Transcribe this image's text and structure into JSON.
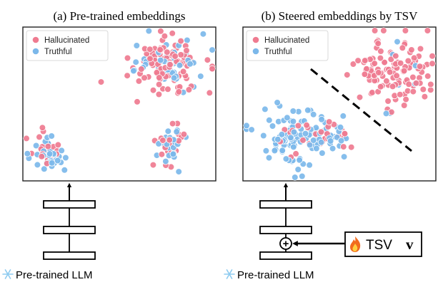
{
  "panels": [
    {
      "title": "(a) Pre-trained embeddings",
      "legend": [
        {
          "label": "Hallucinated",
          "color": "#ef7b90"
        },
        {
          "label": "Truthful",
          "color": "#7cb8ea"
        }
      ],
      "model_label": "Pre-trained LLM"
    },
    {
      "title": "(b) Steered embeddings by TSV",
      "legend": [
        {
          "label": "Hallucinated",
          "color": "#ef7b90"
        },
        {
          "label": "Truthful",
          "color": "#7cb8ea"
        }
      ],
      "model_label": "Pre-trained LLM",
      "tsv_box": {
        "name": "TSV",
        "vector": "v"
      },
      "plus_symbol": "+"
    }
  ],
  "colors": {
    "hallucinated": "#ef7b90",
    "truthful": "#7cb8ea",
    "frame": "#222222",
    "snowflake": "#8ecbf0",
    "flame": "#f26b1d"
  },
  "icons": {
    "frozen": "snowflake-icon",
    "trainable": "fire-icon"
  }
}
